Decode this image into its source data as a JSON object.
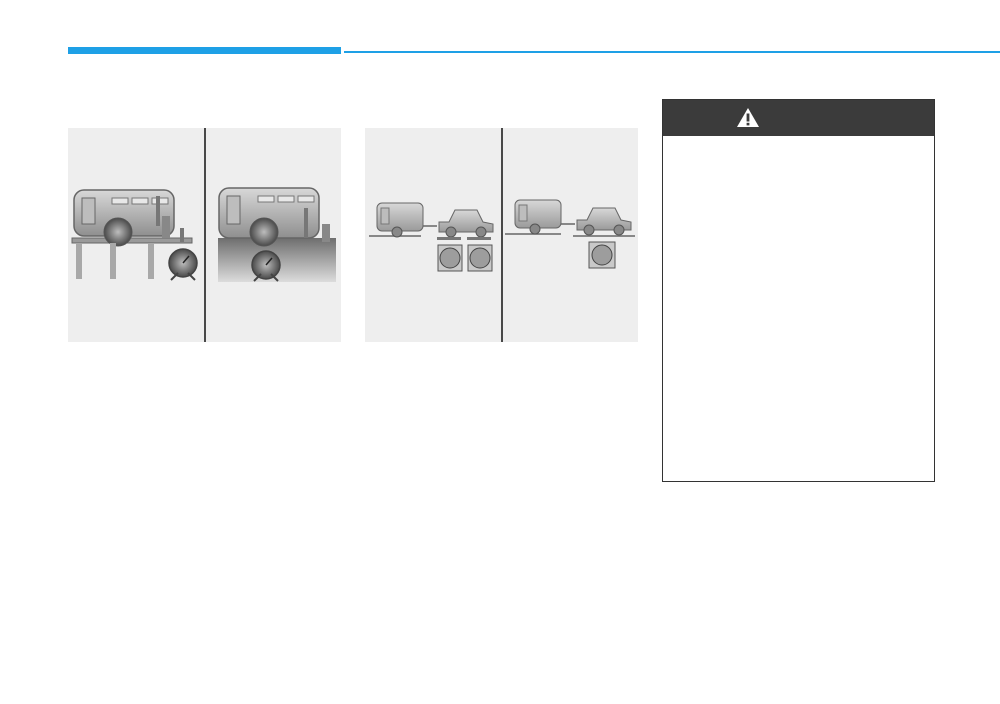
{
  "header": {
    "accent_color": "#1ea0e6"
  },
  "figures": [
    {
      "name": "camper-tongue-weight-figure",
      "panels": 2,
      "icons": [
        "camper-on-blocks-with-scale-icon",
        "camper-on-ground-with-scale-icon"
      ]
    },
    {
      "name": "trailer-weight-figure",
      "panels": 2,
      "icons": [
        "trailer-and-car-on-two-scales-icon",
        "trailer-and-car-on-one-scale-icon"
      ]
    }
  ],
  "warning": {
    "title": "",
    "icon": "warning-triangle-icon",
    "header_color": "#3b3b3b",
    "body": ""
  }
}
